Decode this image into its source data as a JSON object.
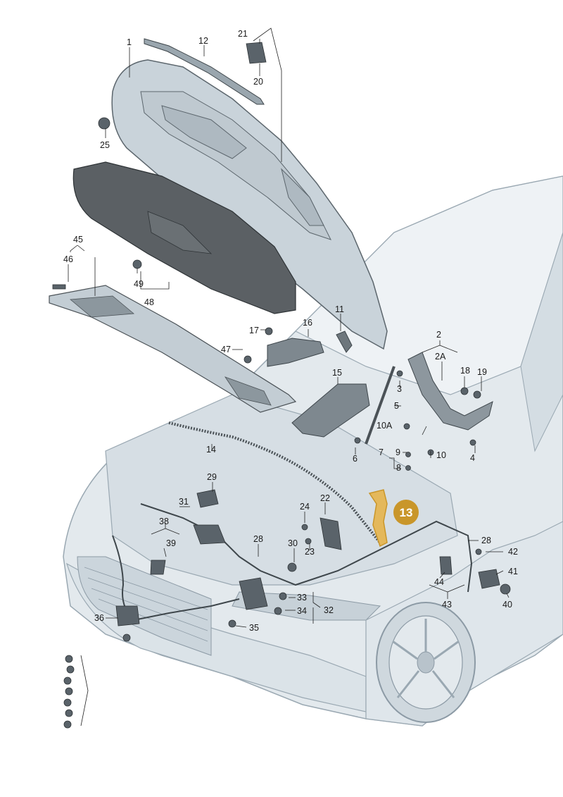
{
  "colors": {
    "background": "#ffffff",
    "car_body": "#dde5ea",
    "car_outline": "#9aa8b2",
    "part_fill": "#c9d3da",
    "part_dark": "#4b5257",
    "insulation": "#5b6064",
    "highlight": "#c9962a"
  },
  "highlight": {
    "label": "13"
  },
  "labels": {
    "p1": "1",
    "p2": "2",
    "p2a": "2A",
    "p3": "3",
    "p4": "4",
    "p5": "5",
    "p6": "6",
    "p7": "7",
    "p8": "8",
    "p9": "9",
    "p10": "10",
    "p10a": "10A",
    "p11": "11",
    "p12": "12",
    "p14": "14",
    "p15": "15",
    "p16": "16",
    "p17": "17",
    "p18": "18",
    "p19": "19",
    "p20": "20",
    "p21": "21",
    "p22": "22",
    "p23": "23",
    "p24": "24",
    "p25": "25",
    "p28a": "28",
    "p28b": "28",
    "p29": "29",
    "p30": "30",
    "p31": "31",
    "p32": "32",
    "p33": "33",
    "p34": "34",
    "p35": "35",
    "p36": "36",
    "p38": "38",
    "p39": "39",
    "p40": "40",
    "p41": "41",
    "p42": "42",
    "p43": "43",
    "p44": "44",
    "p45": "45",
    "p46": "46",
    "p47": "47",
    "p48": "48",
    "p49": "49"
  }
}
